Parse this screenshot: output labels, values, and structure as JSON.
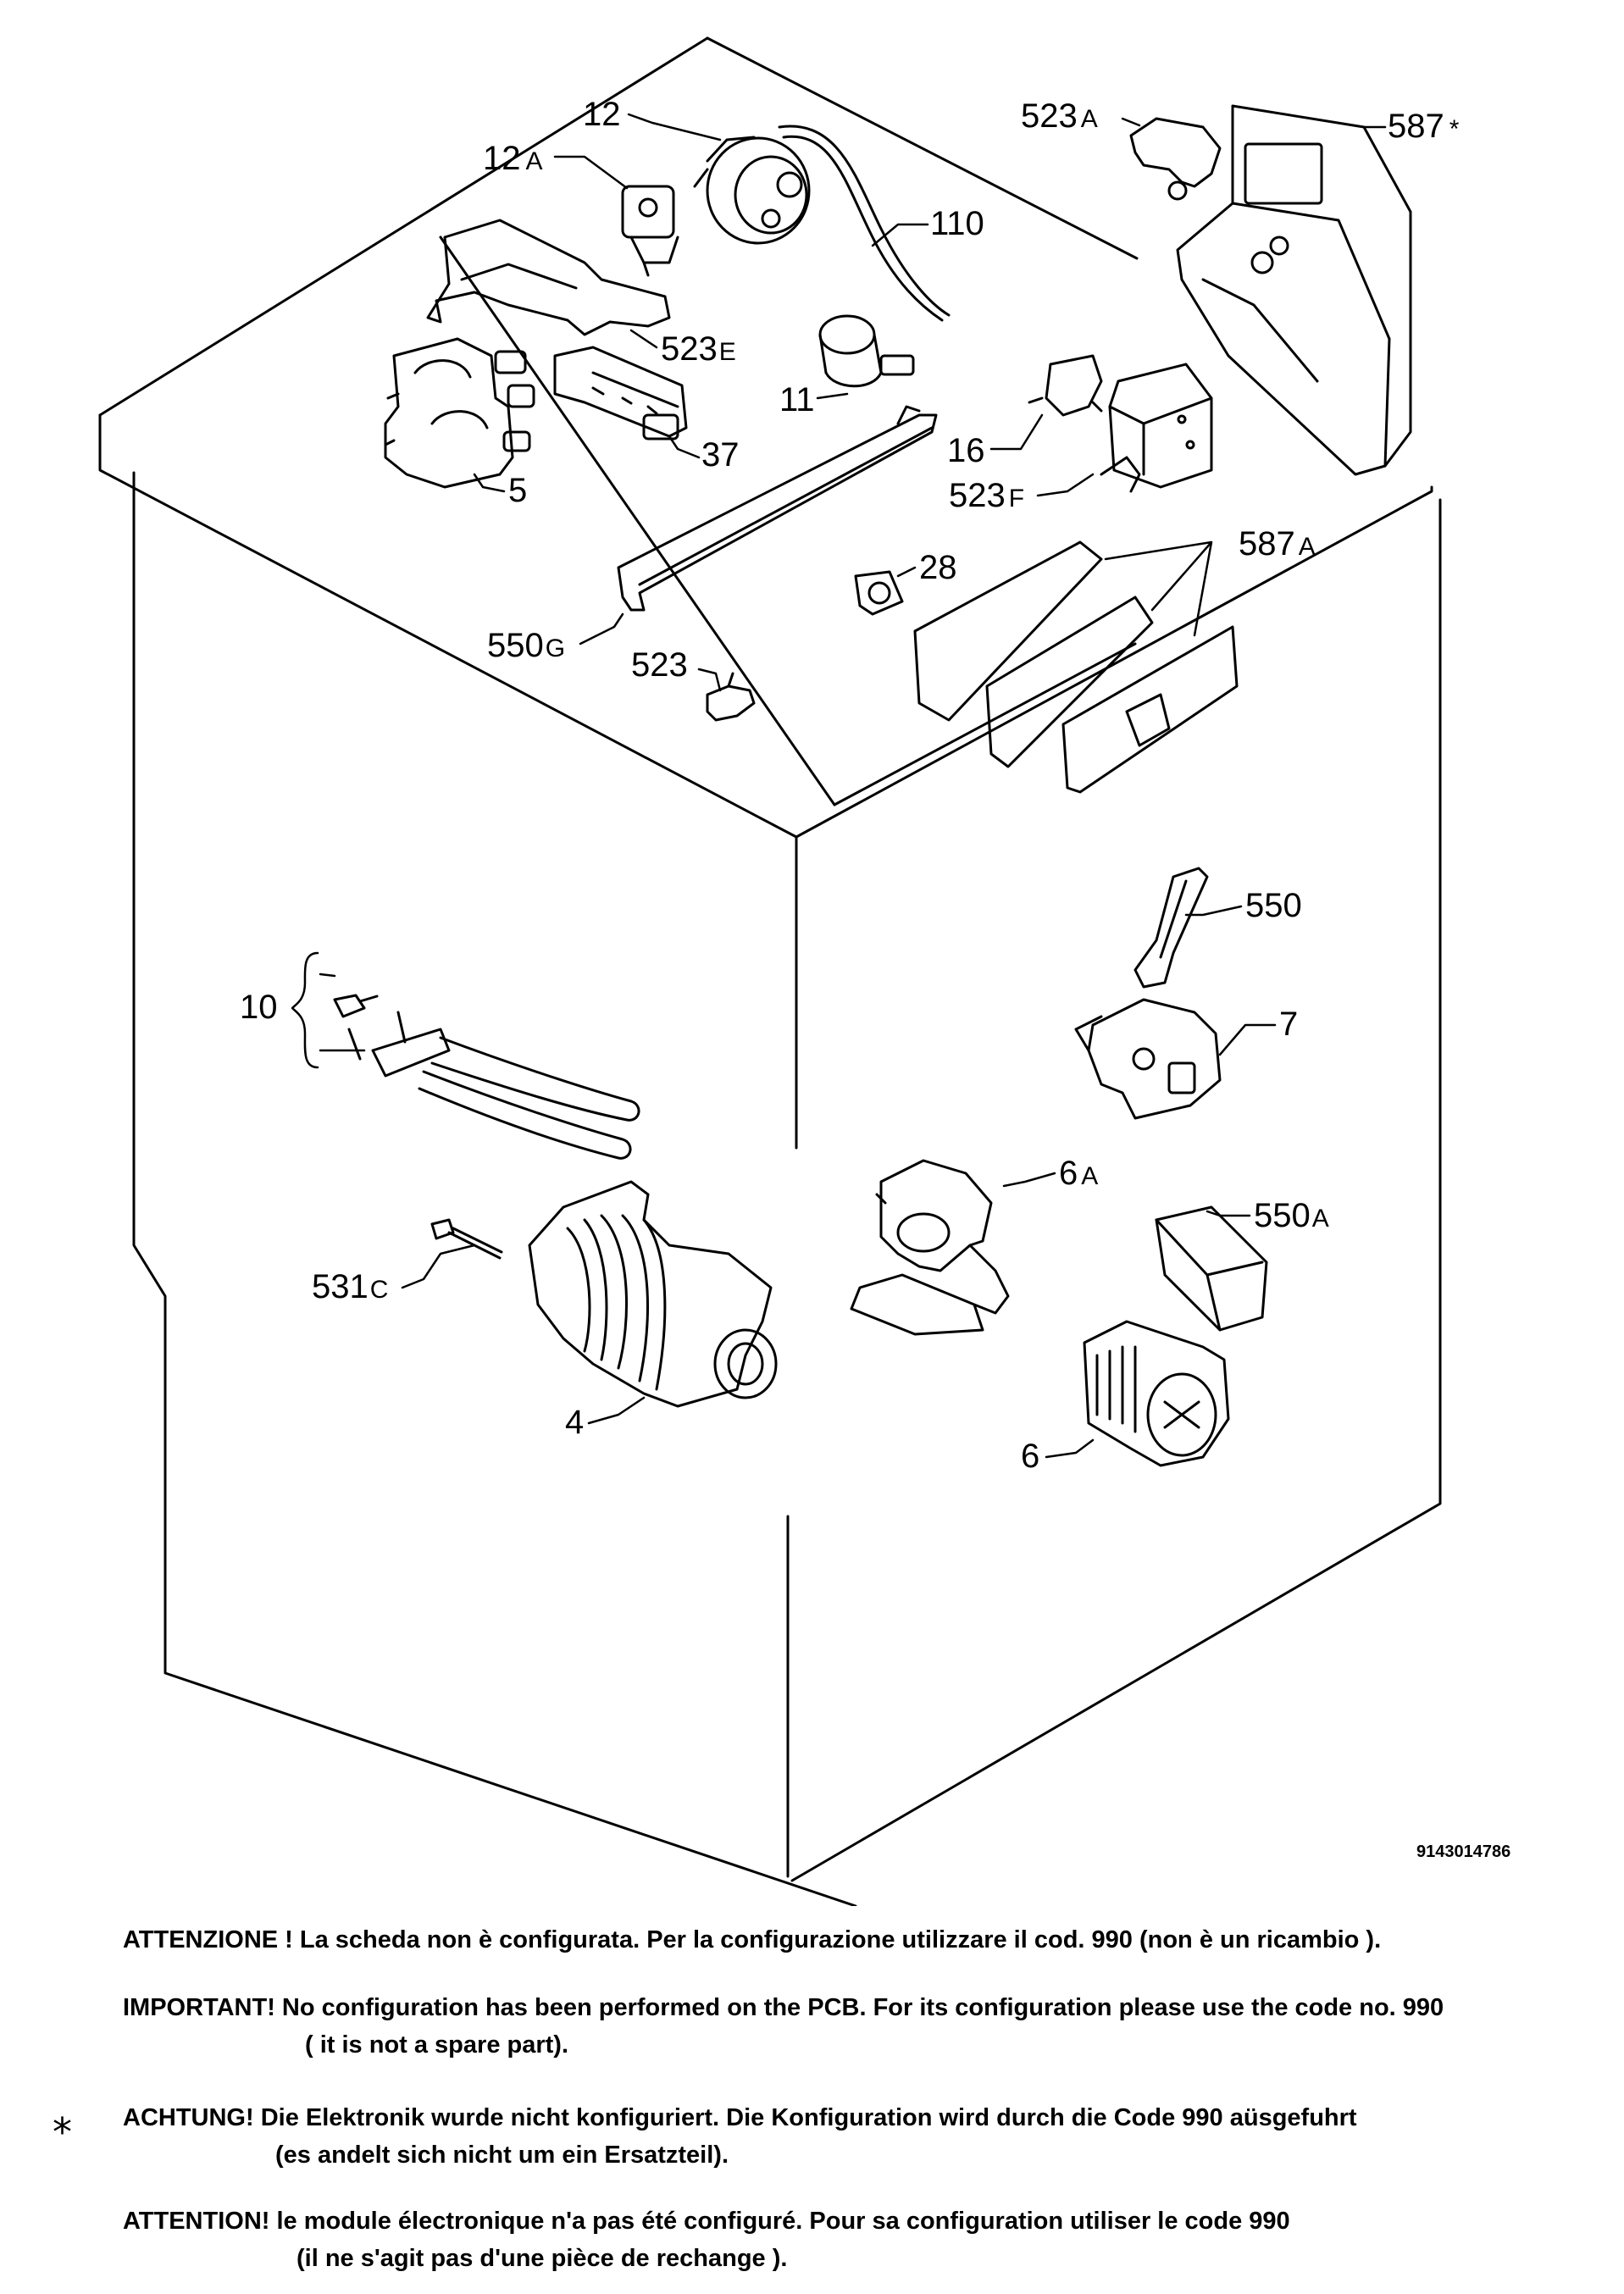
{
  "parts": {
    "p12": {
      "num": "12",
      "suffix": ""
    },
    "p12a": {
      "num": "12",
      "suffix": "A"
    },
    "p110": {
      "num": "110",
      "suffix": ""
    },
    "p523a": {
      "num": "523",
      "suffix": "A"
    },
    "p587star": {
      "num": "587",
      "suffix": "*"
    },
    "p523e": {
      "num": "523",
      "suffix": "E"
    },
    "p11": {
      "num": "11",
      "suffix": ""
    },
    "p37": {
      "num": "37",
      "suffix": ""
    },
    "p16": {
      "num": "16",
      "suffix": ""
    },
    "p5": {
      "num": "5",
      "suffix": ""
    },
    "p523f": {
      "num": "523",
      "suffix": "F"
    },
    "p587a": {
      "num": "587",
      "suffix": "A"
    },
    "p28": {
      "num": "28",
      "suffix": ""
    },
    "p550g": {
      "num": "550",
      "suffix": "G"
    },
    "p523": {
      "num": "523",
      "suffix": ""
    },
    "p550": {
      "num": "550",
      "suffix": ""
    },
    "p10": {
      "num": "10",
      "suffix": ""
    },
    "p7": {
      "num": "7",
      "suffix": ""
    },
    "p6a": {
      "num": "6",
      "suffix": "A"
    },
    "p550a": {
      "num": "550",
      "suffix": "A"
    },
    "p531c": {
      "num": "531",
      "suffix": "C"
    },
    "p4": {
      "num": "4",
      "suffix": ""
    },
    "p6": {
      "num": "6",
      "suffix": ""
    }
  },
  "doc_id": "9143014786",
  "notes": {
    "it": {
      "line1": "ATTENZIONE ! La scheda non è  configurata. Per la configurazione utilizzare il cod. 990 (non è un ricambio )."
    },
    "en": {
      "line1": "IMPORTANT! No configuration has been performed on the PCB. For its configuration please use the code no. 990",
      "line2": "( it is not a spare part)."
    },
    "de": {
      "line1": "ACHTUNG! Die Elektronik wurde nicht konfiguriert. Die Konfiguration wird durch die Code 990 aüsgefuhrt",
      "line2": "(es andelt sich nicht um ein Ersatzteil)."
    },
    "fr": {
      "line1": "ATTENTION! le module électronique n'a pas été configuré. Pour  sa configuration utiliser le code 990",
      "line2": "(il ne s'agit pas d'une pièce de rechange )."
    }
  },
  "asterisk": "*"
}
